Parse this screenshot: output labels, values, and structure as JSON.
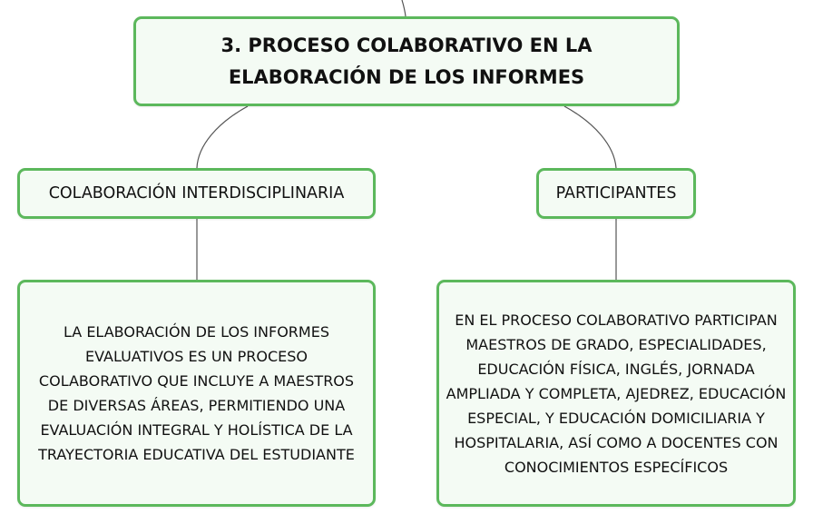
{
  "diagram": {
    "accent_color": "#5cb85c",
    "node_fill": "#f4fbf4",
    "connector_color": "#555555",
    "nodes": {
      "title": "3. PROCESO COLABORATIVO EN LA ELABORACIÓN DE LOS INFORMES",
      "colaboracion": "COLABORACIÓN INTERDISCIPLINARIA",
      "participantes": "PARTICIPANTES",
      "colaboracion_desc": "LA ELABORACIÓN DE LOS INFORMES EVALUATIVOS ES UN PROCESO COLABORATIVO QUE INCLUYE A MAESTROS DE DIVERSAS ÁREAS, PERMITIENDO UNA EVALUACIÓN INTEGRAL Y HOLÍSTICA DE LA TRAYECTORIA EDUCATIVA DEL ESTUDIANTE",
      "participantes_desc": "EN EL PROCESO COLABORATIVO PARTICIPAN MAESTROS DE GRADO, ESPECIALIDADES, EDUCACIÓN FÍSICA, INGLÉS, JORNADA AMPLIADA Y COMPLETA, AJEDREZ, EDUCACIÓN ESPECIAL, Y EDUCACIÓN DOMICILIARIA Y HOSPITALARIA, ASÍ COMO A DOCENTES CON CONOCIMIENTOS ESPECÍFICOS"
    },
    "edges": [
      {
        "from": "parent",
        "to": "title"
      },
      {
        "from": "title",
        "to": "colaboracion"
      },
      {
        "from": "title",
        "to": "participantes"
      },
      {
        "from": "colaboracion",
        "to": "colaboracion_desc"
      },
      {
        "from": "participantes",
        "to": "participantes_desc"
      }
    ]
  }
}
